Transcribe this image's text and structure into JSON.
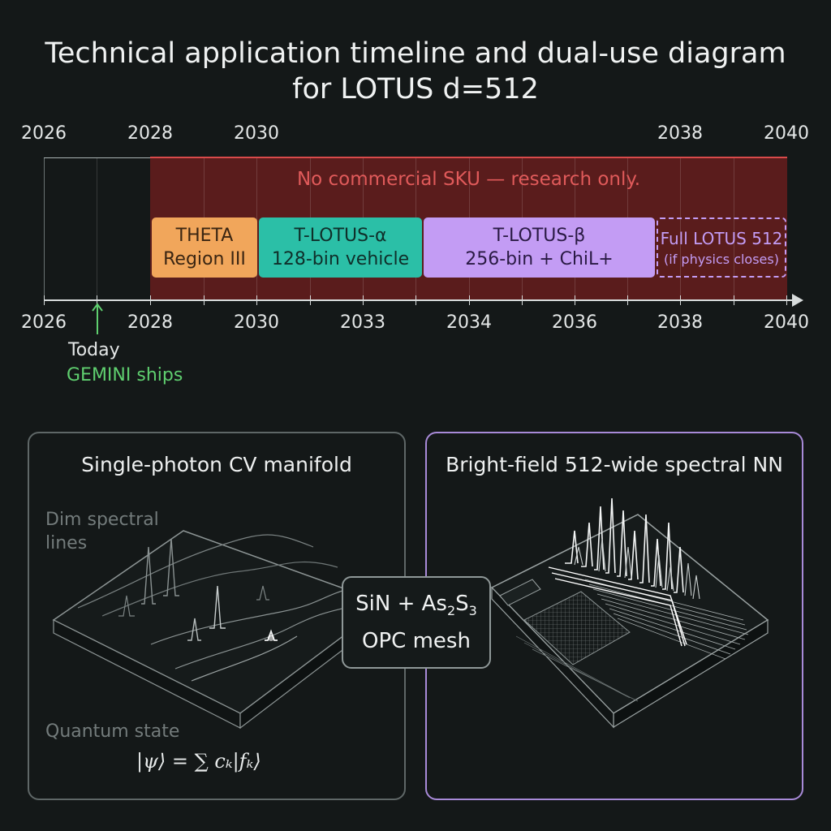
{
  "title": {
    "line1": "Technical application timeline and dual-use diagram",
    "line2": "for LOTUS d=512"
  },
  "timeline": {
    "top_years": [
      "2026",
      "2028",
      "2030",
      "2038",
      "2040"
    ],
    "bottom_years": [
      "2026",
      "2028",
      "2030",
      "2033",
      "2034",
      "2036",
      "2038",
      "2040"
    ],
    "band_label": "No commercial SKU — research only.",
    "phases": [
      {
        "line1": "THETA",
        "line2": "Region III",
        "color": "#f1a65b"
      },
      {
        "line1": "T-LOTUS-α",
        "line2": "128-bin vehicle",
        "color": "#2bbfa7"
      },
      {
        "line1": "T-LOTUS-β",
        "line2": "256-bin + ChiL+",
        "color": "#c39cf4"
      },
      {
        "line1": "Full LOTUS 512",
        "line2": "(if physics closes)",
        "color": "#c39cf4"
      }
    ],
    "today_label": "Today",
    "gemini_label": "GEMINI ships",
    "band_color": "#5a1c1c",
    "band_text_color": "#e05a5a",
    "marker_color": "#5fcf6f"
  },
  "left_panel": {
    "title": "Single-photon CV manifold",
    "dim_line1": "Dim spectral",
    "dim_line2": "lines",
    "quantum_label": "Quantum state",
    "formula": "|ψ⟩ = ∑ cₖ|fₖ⟩",
    "border_color": "#5f6767"
  },
  "right_panel": {
    "title": "Bright-field 512-wide spectral NN",
    "border_color": "#a88ad8"
  },
  "center_box": {
    "line1_a": "SiN + As",
    "line1_sub1": "2",
    "line1_b": "S",
    "line1_sub2": "3",
    "line2": "OPC mesh"
  }
}
